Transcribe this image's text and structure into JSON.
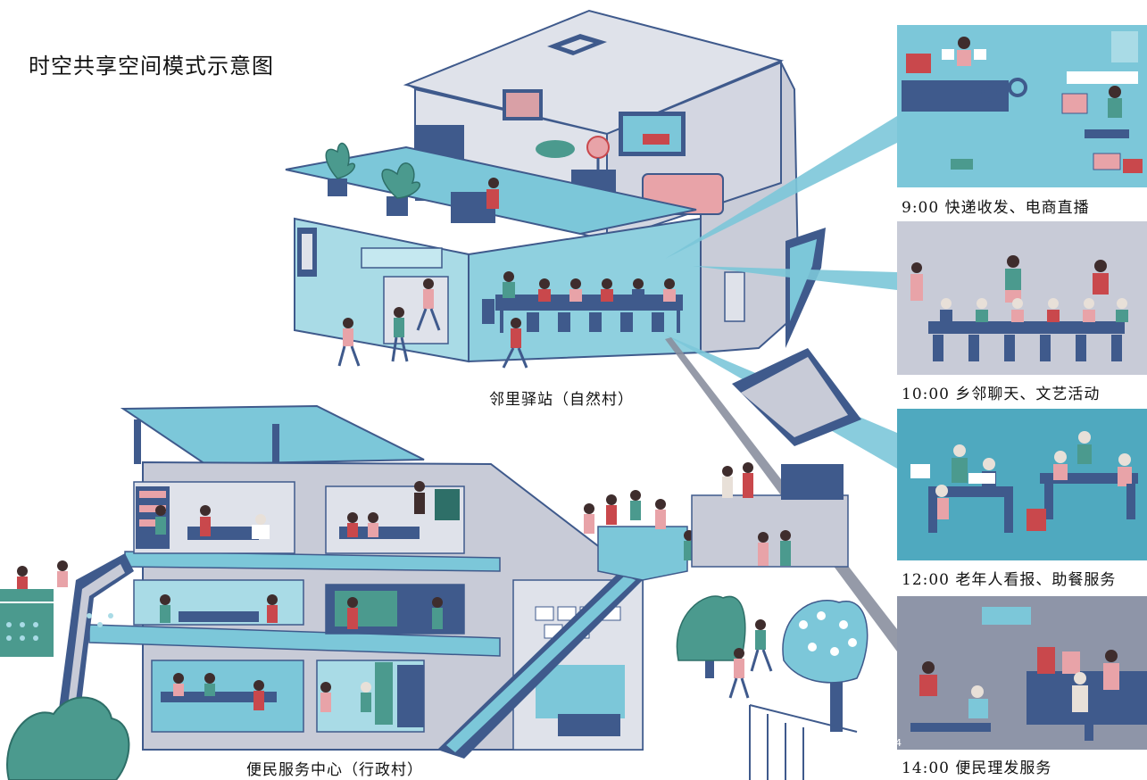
{
  "title": "时空共享空间模式示意图",
  "station": {
    "label": "邻里驿站（自然村）"
  },
  "center": {
    "label": "便民服务中心（行政村）"
  },
  "panels": [
    {
      "time": "9:00",
      "activity": "快递收发、电商直播"
    },
    {
      "time": "10:00",
      "activity": "乡邻聊天、文艺活动"
    },
    {
      "time": "12:00",
      "activity": "老年人看报、助餐服务"
    },
    {
      "time": "14:00",
      "activity": "便民理发服务"
    }
  ],
  "page_mark": "4",
  "colors": {
    "sky_blue": "#7cc7d9",
    "light_blue": "#a9dbe6",
    "navy": "#3f5a8c",
    "grey": "#c5c9d6",
    "pink": "#e8a3a8",
    "red": "#c9484c",
    "teal": "#4b9a8e"
  }
}
